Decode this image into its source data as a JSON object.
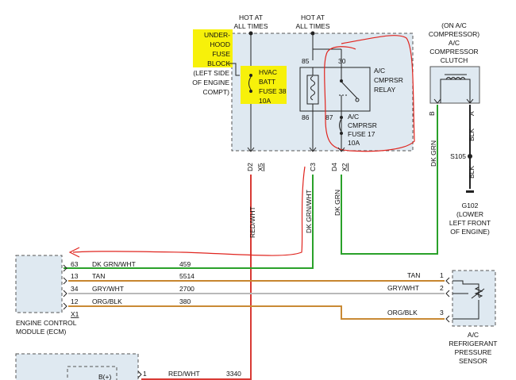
{
  "hot1": [
    "HOT AT",
    "ALL TIMES"
  ],
  "hot2": [
    "HOT AT",
    "ALL TIMES"
  ],
  "uhfb": [
    "UNDER-",
    "HOOD",
    "FUSE",
    "BLOCK"
  ],
  "uhfb_loc": [
    "(LEFT SIDE",
    "OF ENGINE",
    "COMPT)"
  ],
  "fuse38": [
    "HVAC",
    "BATT",
    "FUSE 38",
    "10A"
  ],
  "fuse17": [
    "A/C",
    "CMPRSR",
    "FUSE 17",
    "10A"
  ],
  "relay": [
    "A/C",
    "CMPRSR",
    "RELAY"
  ],
  "pins": {
    "p85": "85",
    "p30": "30",
    "p86": "86",
    "p87": "87"
  },
  "clutch": [
    "(ON A/C",
    "COMPRESSOR)",
    "A/C",
    "COMPRESSOR",
    "CLUTCH"
  ],
  "clutch_pins": {
    "b": "B",
    "a": "A"
  },
  "connectors": {
    "d2": "D2",
    "x5": "X5",
    "c3": "C3",
    "d4": "D4",
    "x2": "X2"
  },
  "wires": {
    "red_wht": "RED/WHT",
    "dk_grn_wht": "DK GRN/WHT",
    "dk_grn_mid": "DK GRN",
    "dk_grn_right": "DK GRN",
    "blk_upper": "BLK",
    "blk_lower": "BLK"
  },
  "splice": "S105",
  "ground": [
    "G102",
    "(LOWER",
    "LEFT FRONT",
    "OF ENGINE)"
  ],
  "ecm_rows": [
    {
      "pin": "63",
      "color": "DK GRN/WHT",
      "circuit": "459"
    },
    {
      "pin": "13",
      "color": "TAN",
      "circuit": "5514"
    },
    {
      "pin": "34",
      "color": "GRY/WHT",
      "circuit": "2700"
    },
    {
      "pin": "12",
      "color": "ORG/BLK",
      "circuit": "380"
    }
  ],
  "ecm_conn": "X1",
  "ecm_label": [
    "ENGINE CONTROL",
    "MODULE (ECM)"
  ],
  "sensor_rows": [
    {
      "pin": "1",
      "color": "TAN"
    },
    {
      "pin": "2",
      "color": "GRY/WHT"
    },
    {
      "pin": "3",
      "color": "ORG/BLK"
    }
  ],
  "sensor_label": [
    "A/C",
    "REFRIGERANT",
    "PRESSURE",
    "SENSOR"
  ],
  "bottom_row": {
    "pin": "1",
    "color": "RED/WHT",
    "circuit": "3340",
    "module_text": "B(+)"
  },
  "colors": {
    "box_fill": "#dfe9f1",
    "highlight": "#f7f10a",
    "dk_grn": "#2aa12a",
    "tan": "#c7862f",
    "gry": "#b9b9b9",
    "org": "#c98a35",
    "annotation_red": "#e0251f"
  }
}
